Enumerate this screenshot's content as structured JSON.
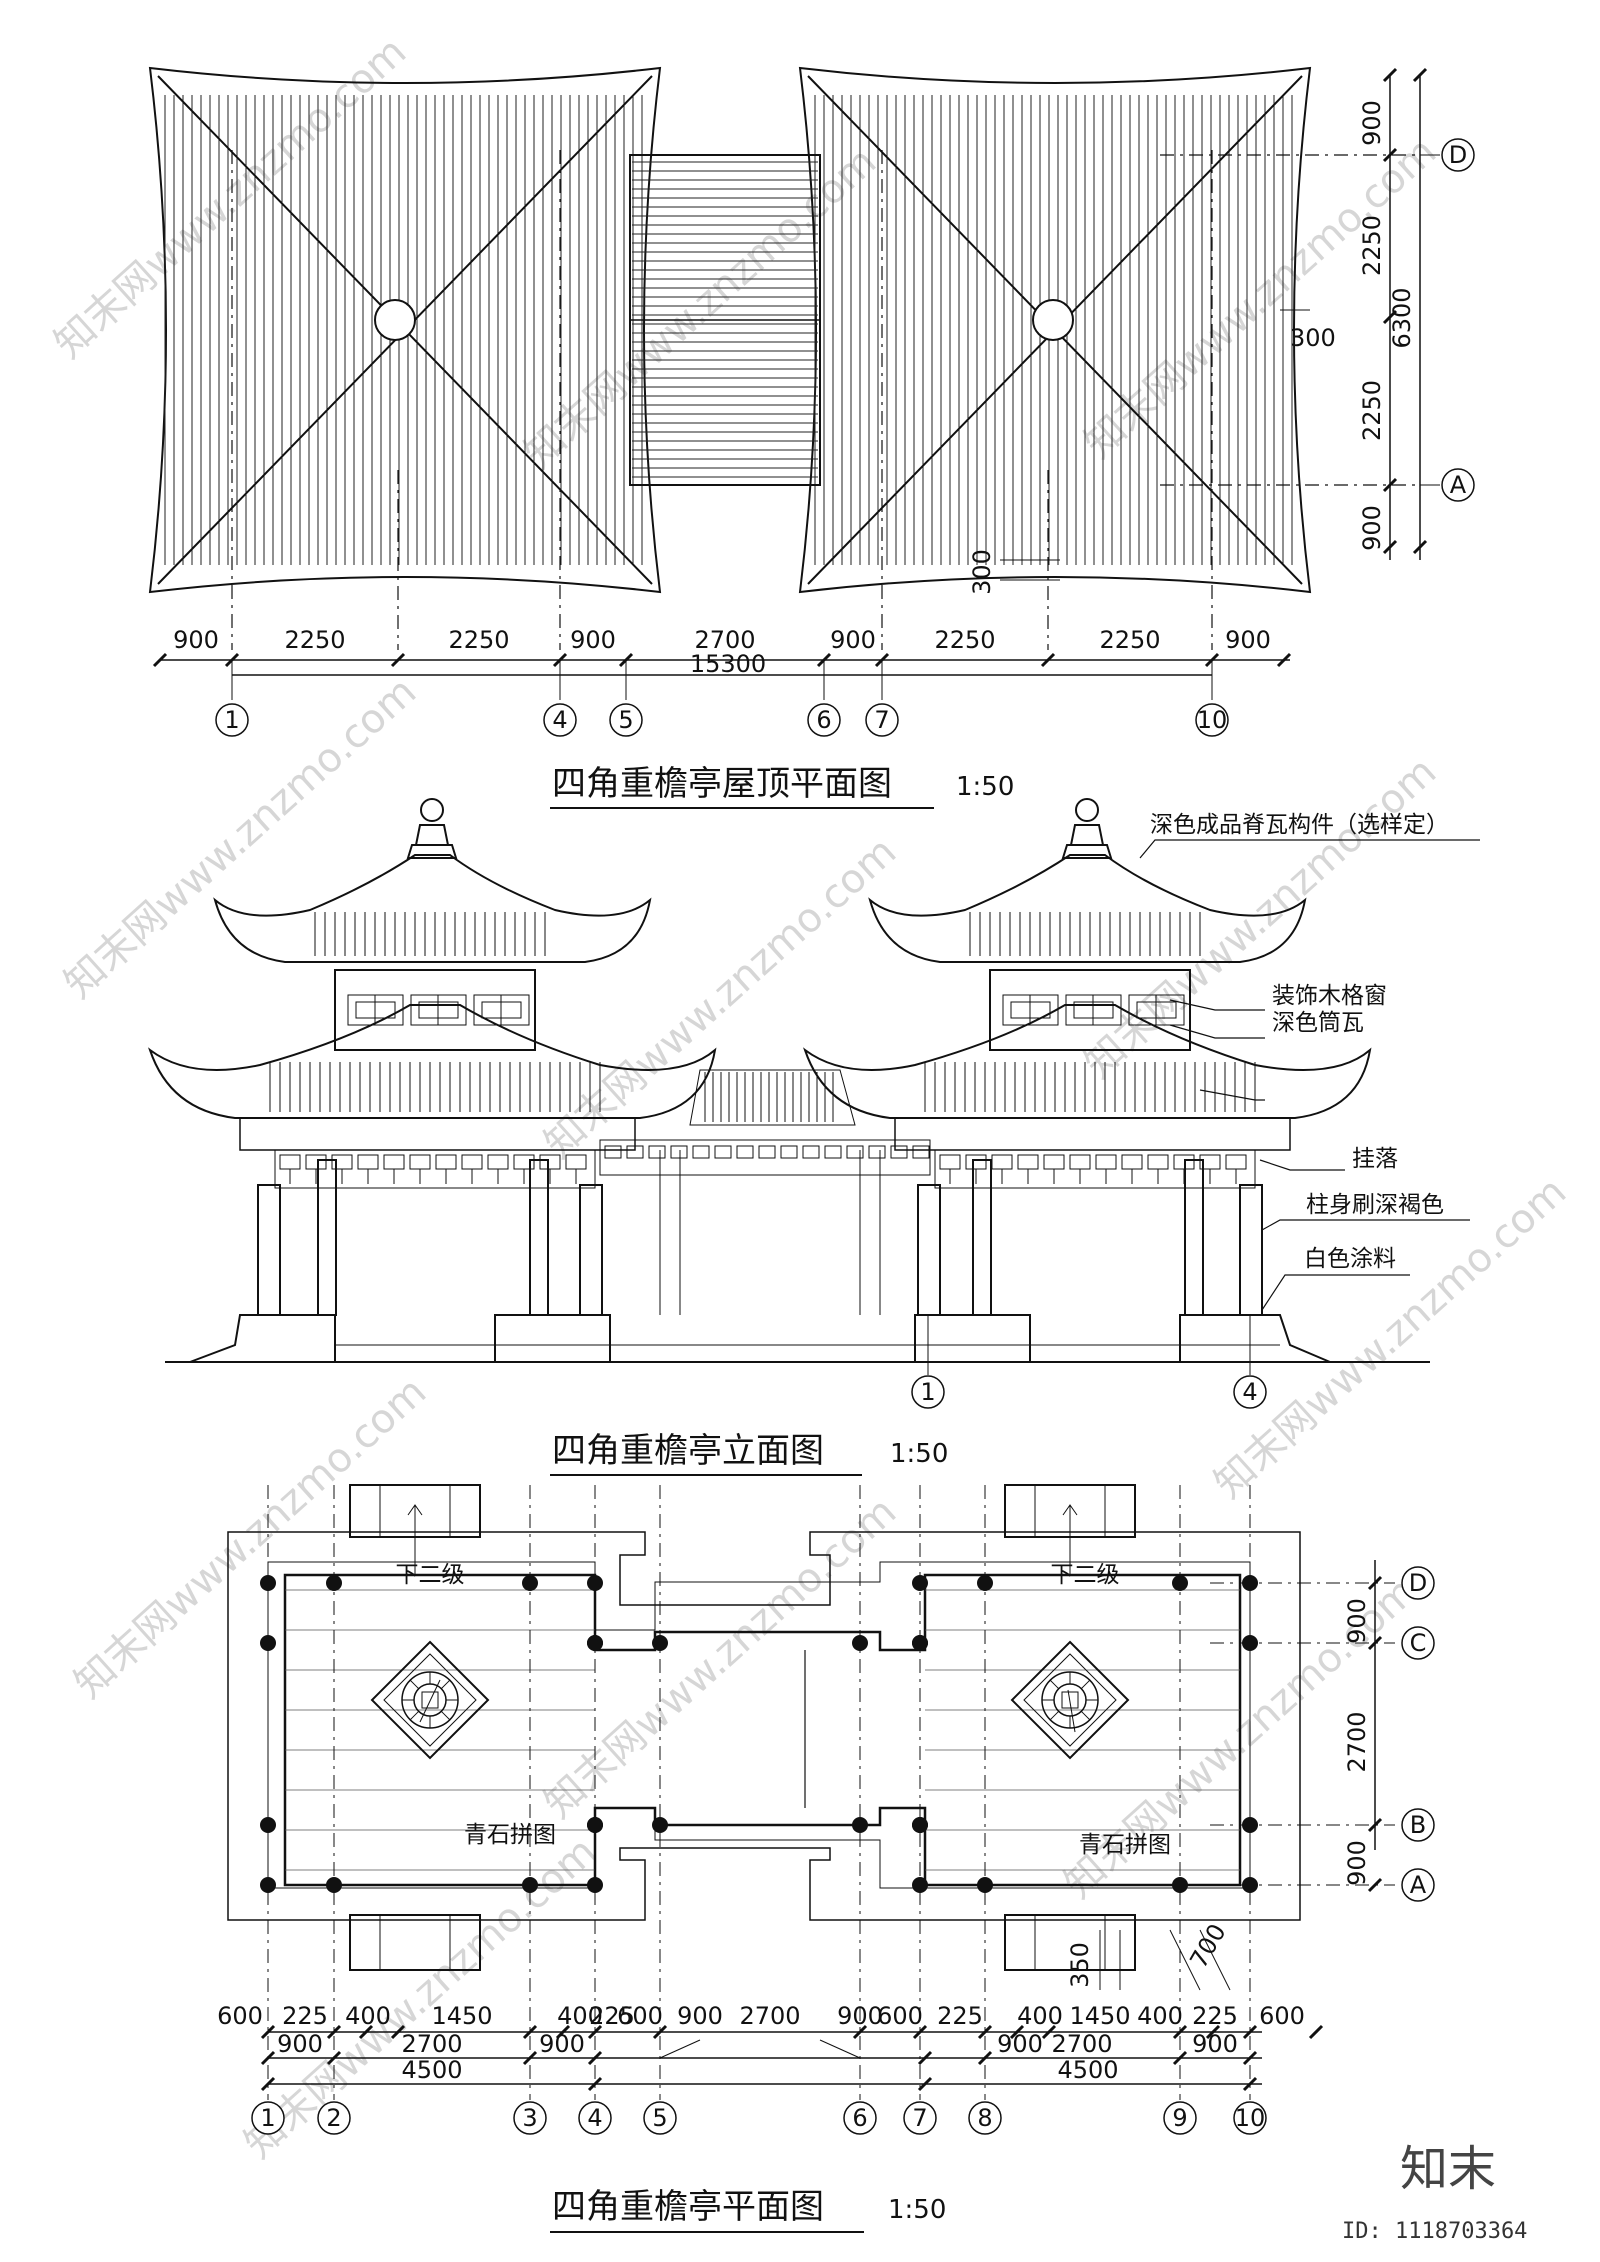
{
  "drawing": {
    "roof_plan": {
      "title": "四角重檐亭屋顶平面图",
      "scale": "1:50",
      "dims_bottom": [
        "900",
        "2250",
        "2250",
        "900",
        "2700",
        "900",
        "2250",
        "2250",
        "900"
      ],
      "dim_total": "15300",
      "axes_bottom": [
        "1",
        "4",
        "5",
        "6",
        "7",
        "10"
      ],
      "dims_right": [
        "900",
        "2250",
        "2250",
        "900"
      ],
      "dim_right_total": "6300",
      "dim_offset_right": "300",
      "dim_offset_bottom": "300",
      "axes_right": [
        "D",
        "A"
      ]
    },
    "elevation": {
      "title": "四角重檐亭立面图",
      "scale": "1:50",
      "notes": [
        "深色成品脊瓦构件（选样定）",
        "装饰木格窗",
        "深色筒瓦",
        "挂落",
        "柱身刷深褐色",
        "白色涂料"
      ],
      "axes": [
        "1",
        "4"
      ]
    },
    "floor_plan": {
      "title": "四角重檐亭平面图",
      "scale": "1:50",
      "labels": [
        "下二级",
        "下二级",
        "青石拼图",
        "青石拼图"
      ],
      "dims_row1": [
        "600",
        "225",
        "400",
        "1450",
        "400",
        "225",
        "600",
        "900",
        "2700",
        "900",
        "600",
        "225",
        "400",
        "1450",
        "400",
        "225",
        "600"
      ],
      "dims_row2": [
        "900",
        "2700",
        "900",
        "900",
        "2700",
        "900"
      ],
      "dims_row3": [
        "4500",
        "4500"
      ],
      "axes_bottom": [
        "1",
        "2",
        "3",
        "4",
        "5",
        "6",
        "7",
        "8",
        "9",
        "10"
      ],
      "axes_right": [
        "D",
        "C",
        "B",
        "A"
      ],
      "dims_right": [
        "900",
        "2700",
        "900"
      ],
      "dims_small": [
        "350",
        "700"
      ]
    }
  },
  "watermark": {
    "text": "知末网www.znzmo.com",
    "brand": "知末",
    "image_id": "ID: 1118703364"
  }
}
